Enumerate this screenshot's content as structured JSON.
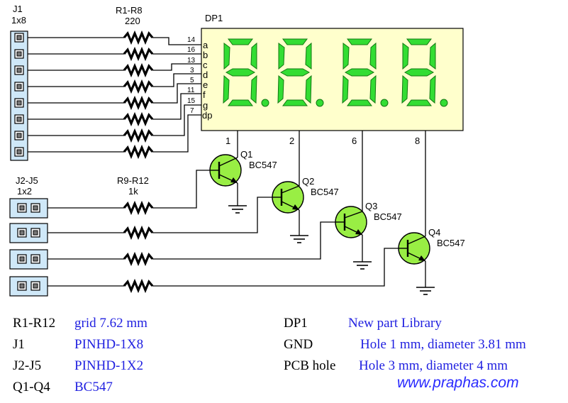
{
  "labels": {
    "j1_ref": "J1",
    "j1_val": "1x8",
    "rn1_ref": "R1-R8",
    "rn1_val": "220",
    "dp_ref": "DP1",
    "j2_ref": "J2-J5",
    "j2_val": "1x2",
    "rn2_ref": "R9-R12",
    "rn2_val": "1k"
  },
  "display_pins": [
    "14",
    "16",
    "13",
    "3",
    "5",
    "11",
    "15",
    "7"
  ],
  "segment_names": [
    "a",
    "b",
    "c",
    "d",
    "e",
    "f",
    "g",
    "dp"
  ],
  "digit_pins": [
    "1",
    "2",
    "6",
    "8"
  ],
  "transistors": [
    {
      "ref": "Q1",
      "model": "BC547"
    },
    {
      "ref": "Q2",
      "model": "BC547"
    },
    {
      "ref": "Q3",
      "model": "BC547"
    },
    {
      "ref": "Q4",
      "model": "BC547"
    }
  ],
  "legend": [
    {
      "key": "R1-R12",
      "value": "grid 7.62 mm"
    },
    {
      "key": "J1",
      "value": "PINHD-1X8"
    },
    {
      "key": "J2-J5",
      "value": "PINHD-1X2"
    },
    {
      "key": "Q1-Q4",
      "value": "BC547"
    },
    {
      "key": "DP1",
      "value": "New part Library"
    },
    {
      "key": "GND",
      "value": "Hole 1 mm, diameter 3.81 mm"
    },
    {
      "key": "PCB hole",
      "value": "Hole 3 mm, diameter 4 mm"
    }
  ],
  "website": "www.praphas.com",
  "colors": {
    "segment": "#33dd33",
    "display_bg": "#ffffcc",
    "transistor": "#99ee44",
    "connector": "#cfe8f8"
  }
}
